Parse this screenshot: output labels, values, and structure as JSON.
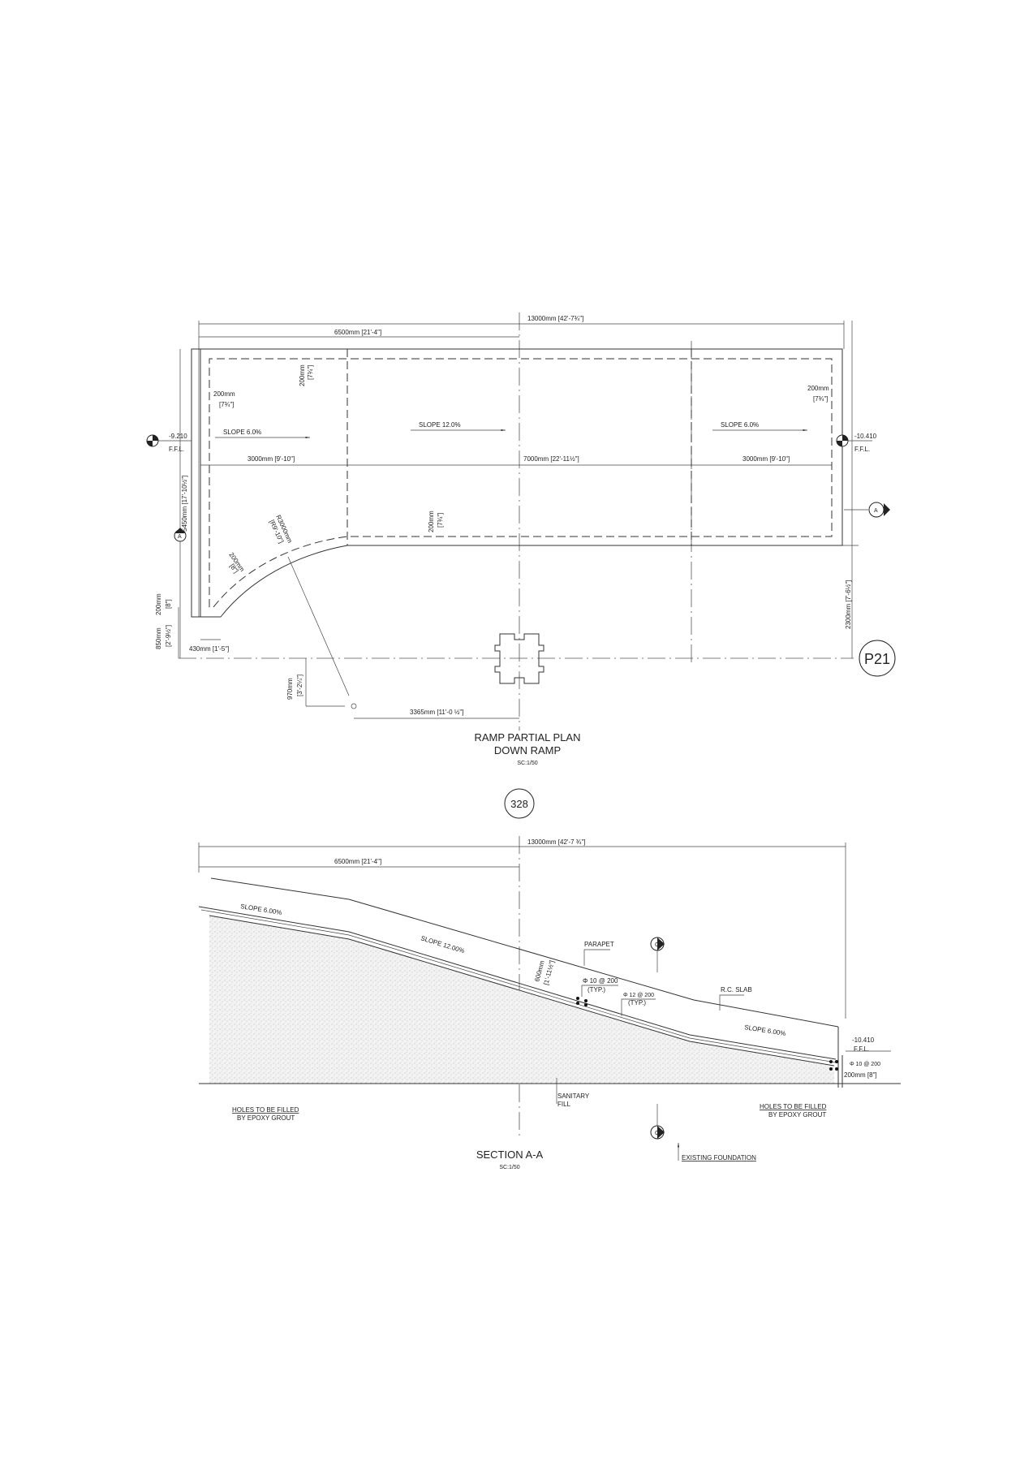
{
  "plan": {
    "title": "RAMP PARTIAL PLAN",
    "subtitle": "DOWN RAMP",
    "scale": "SC:1/50",
    "dims": {
      "overall": "13000mm [42'-7¾\"]",
      "half": "6500mm [21'-4\"]",
      "left_span": "3000mm [9'-10\"]",
      "mid_span": "7000mm [22'-11½\"]",
      "right_span": "3000mm [9'-10\"]",
      "wall_top": "200mm",
      "wall_top_imp": "[7¾\"]",
      "wall_left": "200mm",
      "wall_left_imp": "[7¾\"]",
      "wall_right": "200mm",
      "wall_right_imp": "[7¾\"]",
      "wall_bottom": "200mm",
      "wall_bottom_imp": "[7¾\"]",
      "height": "5450mm [17'-10½\"]",
      "radius": "R3000mm",
      "radius_imp": "[R9'-10\"]",
      "curve_wall": "200mm",
      "curve_wall_imp": "[8\"]",
      "toe_200": "200mm",
      "toe_200_imp": "[8\"]",
      "toe_850": "850mm",
      "toe_850_imp": "[2'-9½\"]",
      "toe_430": "430mm [1'-5\"]",
      "right_2300": "2300mm [7'-6½\"]",
      "center_970": "970mm",
      "center_970_imp": "[3'-2¼\"]",
      "center_3365": "3365mm [11'-0 ½\"]"
    },
    "slopes": [
      "SLOPE 6.0%",
      "SLOPE 12.0%",
      "SLOPE 6.0%"
    ],
    "levels": [
      {
        "value": "-9.210",
        "label": "F.F.L."
      },
      {
        "value": "-10.410",
        "label": "F.F.L."
      }
    ],
    "section_mark": "A",
    "grid_label": "P21"
  },
  "section": {
    "ref": "328",
    "title": "SECTION A-A",
    "scale": "SC:1/50",
    "dims": {
      "overall": "13000mm [42'-7 ¾\"]",
      "half": "6500mm [21'-4\"]",
      "parapet_h": "600mm",
      "parapet_h_imp": "[1'-11½\"]",
      "toe": "200mm [8\"]"
    },
    "slopes": [
      "SLOPE 6.00%",
      "SLOPE 12.00%",
      "SLOPE 6.00%"
    ],
    "notes": {
      "parapet": "PARAPET",
      "rebar1": "Φ 10 @ 200",
      "rebar1_typ": "(TYP.)",
      "rebar2": "Φ 12 @ 200",
      "rebar2_typ": "(TYP.)",
      "rc_slab": "R.C. SLAB",
      "level": "-10.410",
      "level_label": "F.F.L.",
      "rebar3": "Φ 10 @ 200",
      "sanitary": "SANITARY",
      "fill": "FILL",
      "holes_left_1": "HOLES TO BE FILLED",
      "holes_left_2": "BY EPOXY GROUT",
      "holes_right_1": "HOLES TO BE FILLED",
      "holes_right_2": "BY EPOXY GROUT",
      "existing": "EXISTING FOUNDATION"
    },
    "cut_mark": "C"
  }
}
